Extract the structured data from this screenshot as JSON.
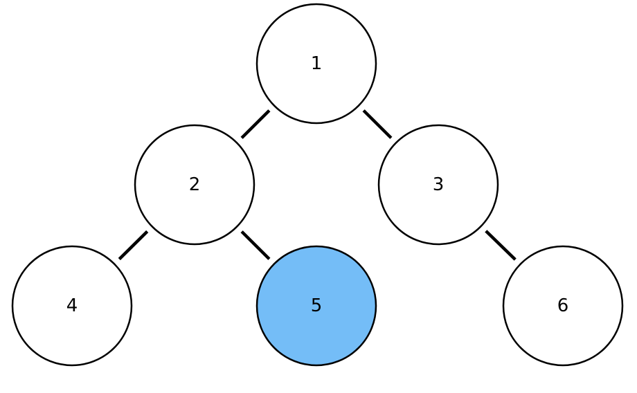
{
  "diagram": {
    "type": "binary-tree",
    "colors": {
      "node_fill": "#ffffff",
      "highlight_fill": "#74bdf7",
      "stroke": "#000000"
    },
    "nodes": [
      {
        "id": "n1",
        "label": "1",
        "highlighted": false
      },
      {
        "id": "n2",
        "label": "2",
        "highlighted": false
      },
      {
        "id": "n3",
        "label": "3",
        "highlighted": false
      },
      {
        "id": "n4",
        "label": "4",
        "highlighted": false
      },
      {
        "id": "n5",
        "label": "5",
        "highlighted": true
      },
      {
        "id": "n6",
        "label": "6",
        "highlighted": false
      }
    ],
    "edges": [
      {
        "from": "n1",
        "to": "n2"
      },
      {
        "from": "n1",
        "to": "n3"
      },
      {
        "from": "n2",
        "to": "n4"
      },
      {
        "from": "n2",
        "to": "n5"
      },
      {
        "from": "n3",
        "to": "n6"
      }
    ]
  }
}
